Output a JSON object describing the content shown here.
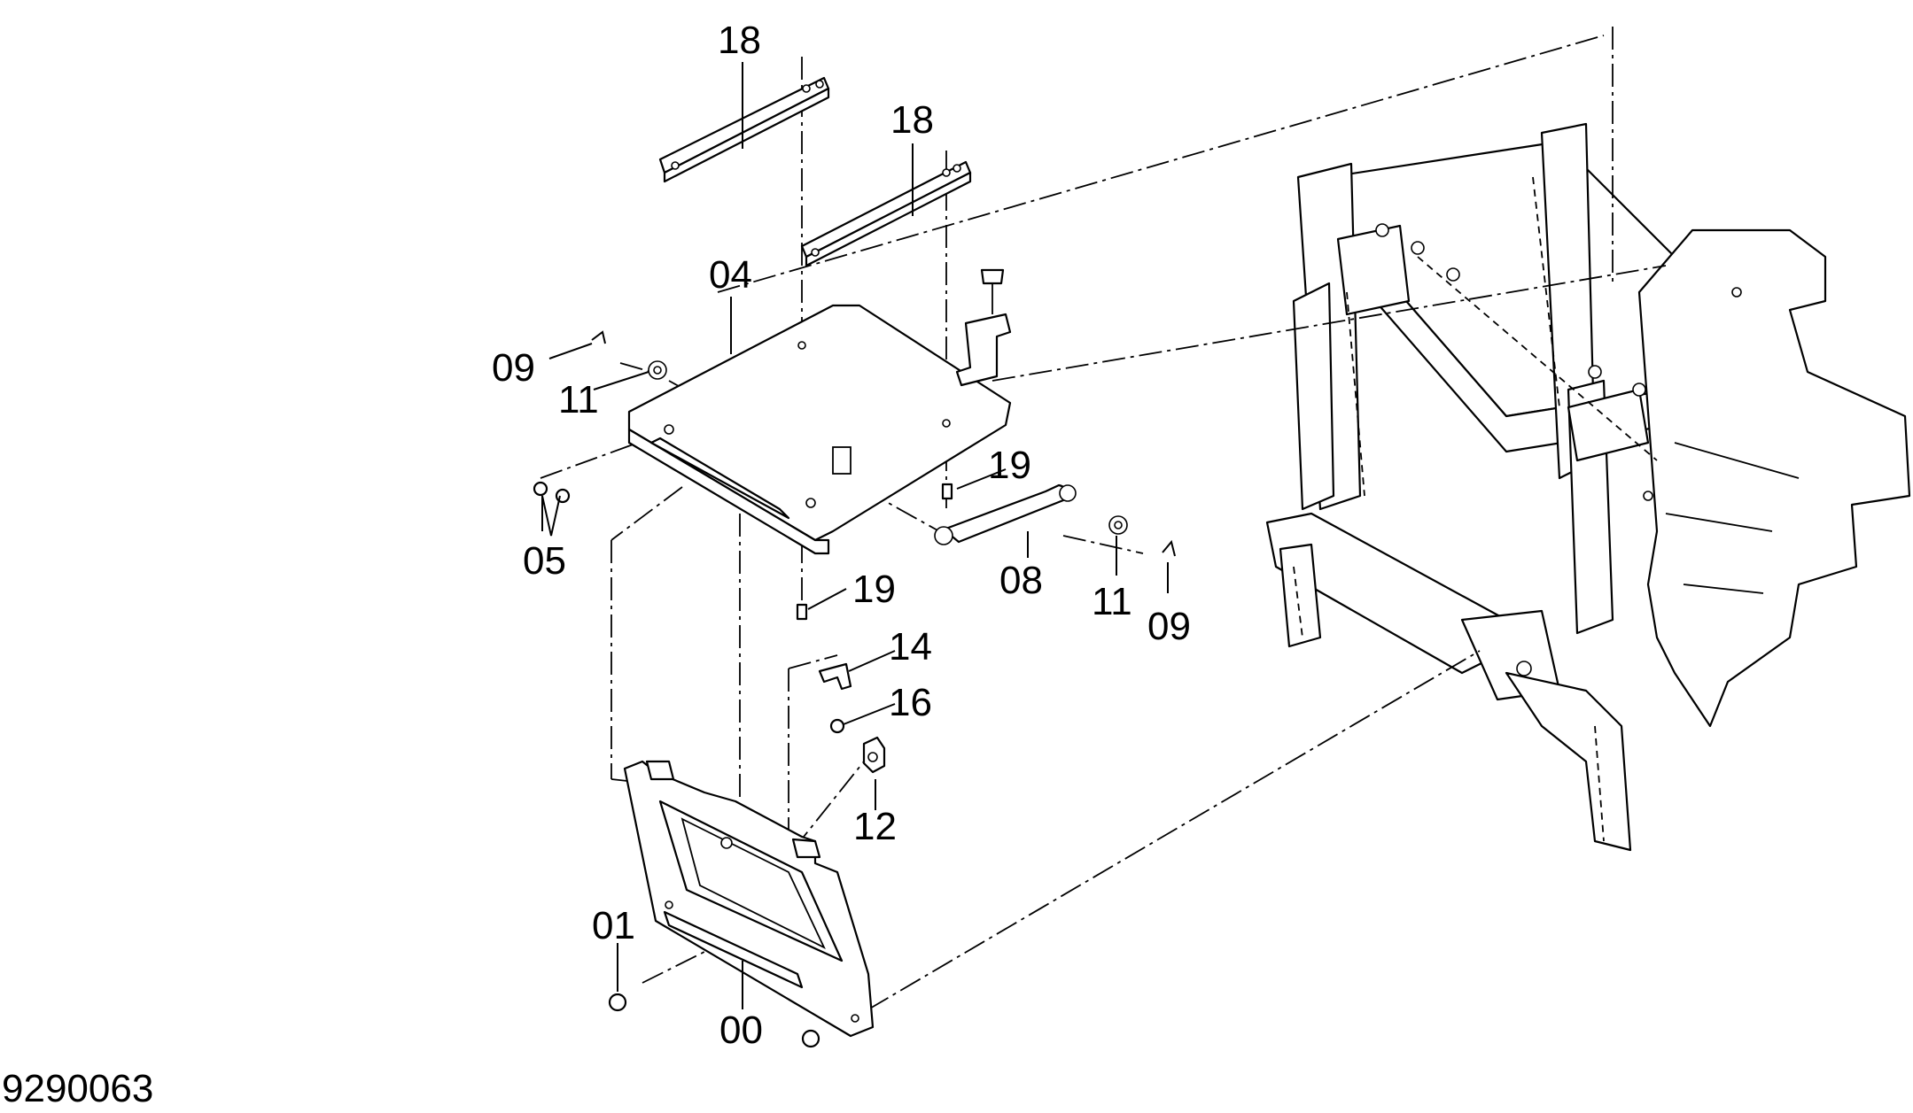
{
  "drawing": {
    "reference_number": "9290063"
  },
  "callouts": {
    "c00": "00",
    "c01": "01",
    "c04": "04",
    "c05": "05",
    "c08": "08",
    "c09_left": "09",
    "c09_right": "09",
    "c11_left": "11",
    "c11_right": "11",
    "c12": "12",
    "c14": "14",
    "c16": "16",
    "c18_left": "18",
    "c18_right": "18",
    "c19_upper": "19",
    "c19_lower": "19"
  }
}
